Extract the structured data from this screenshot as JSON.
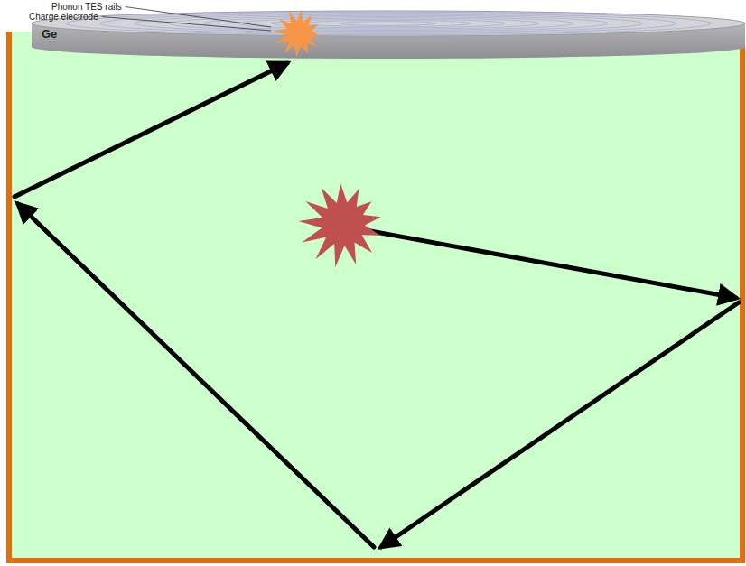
{
  "diagram": {
    "labels": [
      "Phonon TES rails",
      "Charge electrode",
      "Ge"
    ]
  }
}
